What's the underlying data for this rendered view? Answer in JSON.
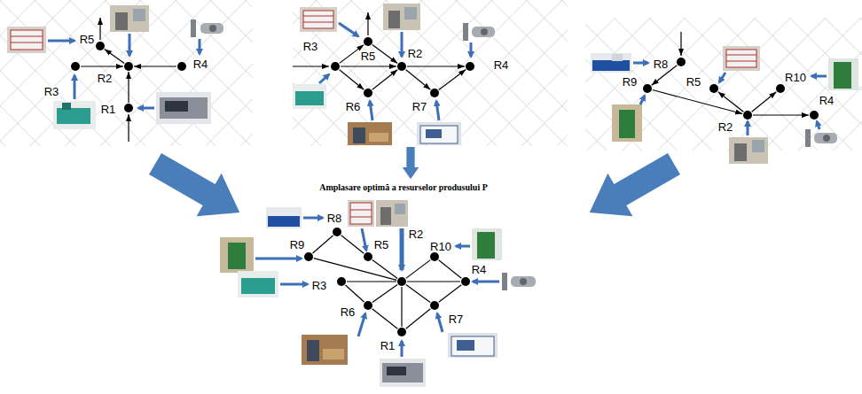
{
  "diagram": {
    "title": "Amplasare optimă a resurselor produsului P",
    "nodes": [
      {
        "text": [
          "R5"
        ]
      },
      {
        "text": [
          "R2"
        ]
      },
      {
        "text": [
          "R4"
        ]
      },
      {
        "text": [
          "R3"
        ]
      },
      {
        "text": [
          "R1"
        ]
      },
      {
        "text": [
          "R3"
        ]
      },
      {
        "text": [
          "R5"
        ]
      },
      {
        "text": [
          "R2"
        ]
      },
      {
        "text": [
          "R4"
        ]
      },
      {
        "text": [
          "R6"
        ]
      },
      {
        "text": [
          "R7"
        ]
      },
      {
        "text": [
          "R8"
        ]
      },
      {
        "text": [
          "R9"
        ]
      },
      {
        "text": [
          "R5"
        ]
      },
      {
        "text": [
          "R2"
        ]
      },
      {
        "text": [
          "R10"
        ]
      },
      {
        "text": [
          "R4"
        ]
      },
      {
        "text": [
          "R8"
        ]
      },
      {
        "text": [
          "R9"
        ]
      },
      {
        "text": [
          "R5"
        ]
      },
      {
        "text": [
          "R2"
        ]
      },
      {
        "text": [
          "R10"
        ]
      },
      {
        "text": [
          "R3"
        ]
      },
      {
        "text": [
          "R4"
        ]
      },
      {
        "text": [
          "R6"
        ]
      },
      {
        "text": [
          "R7"
        ]
      },
      {
        "text": [
          "R1"
        ]
      }
    ],
    "edges": [
      {
        "from": 4,
        "to": 1,
        "arrow": "to"
      },
      {
        "from": 2,
        "to": 1,
        "arrow": "to"
      },
      {
        "from": 3,
        "to": 1,
        "arrow": "to"
      },
      {
        "from": 1,
        "to": 0,
        "arrow": "to"
      },
      {
        "from": 5,
        "to": 6,
        "arrow": "to"
      },
      {
        "from": 6,
        "to": 7,
        "arrow": "to"
      },
      {
        "from": 5,
        "to": 7,
        "arrow": "to"
      },
      {
        "from": 5,
        "to": 9,
        "arrow": "to"
      },
      {
        "from": 9,
        "to": 7,
        "arrow": "to"
      },
      {
        "from": 7,
        "to": 10,
        "arrow": "to"
      },
      {
        "from": 10,
        "to": 8,
        "arrow": "to"
      },
      {
        "from": 7,
        "to": 8,
        "arrow": "to"
      },
      {
        "from": 11,
        "to": 12,
        "arrow": "to"
      },
      {
        "from": 12,
        "to": 14,
        "arrow": "to"
      },
      {
        "from": 14,
        "to": 13,
        "arrow": "to"
      },
      {
        "from": 14,
        "to": 15,
        "arrow": "to"
      },
      {
        "from": 14,
        "to": 16,
        "arrow": "to"
      },
      {
        "from": 20,
        "to": 18,
        "arrow": "none"
      },
      {
        "from": 20,
        "to": 19,
        "arrow": "none"
      },
      {
        "from": 20,
        "to": 21,
        "arrow": "none"
      },
      {
        "from": 20,
        "to": 22,
        "arrow": "none"
      },
      {
        "from": 20,
        "to": 23,
        "arrow": "none"
      },
      {
        "from": 20,
        "to": 24,
        "arrow": "none"
      },
      {
        "from": 20,
        "to": 25,
        "arrow": "none"
      },
      {
        "from": 20,
        "to": 26,
        "arrow": "none"
      },
      {
        "from": 17,
        "to": 18,
        "arrow": "none"
      },
      {
        "from": 17,
        "to": 19,
        "arrow": "none"
      },
      {
        "from": 21,
        "to": 23,
        "arrow": "none"
      },
      {
        "from": 22,
        "to": 24,
        "arrow": "none"
      },
      {
        "from": 24,
        "to": 26,
        "arrow": "none"
      },
      {
        "from": 25,
        "to": 26,
        "arrow": "none"
      },
      {
        "from": 25,
        "to": 23,
        "arrow": "none"
      }
    ]
  }
}
